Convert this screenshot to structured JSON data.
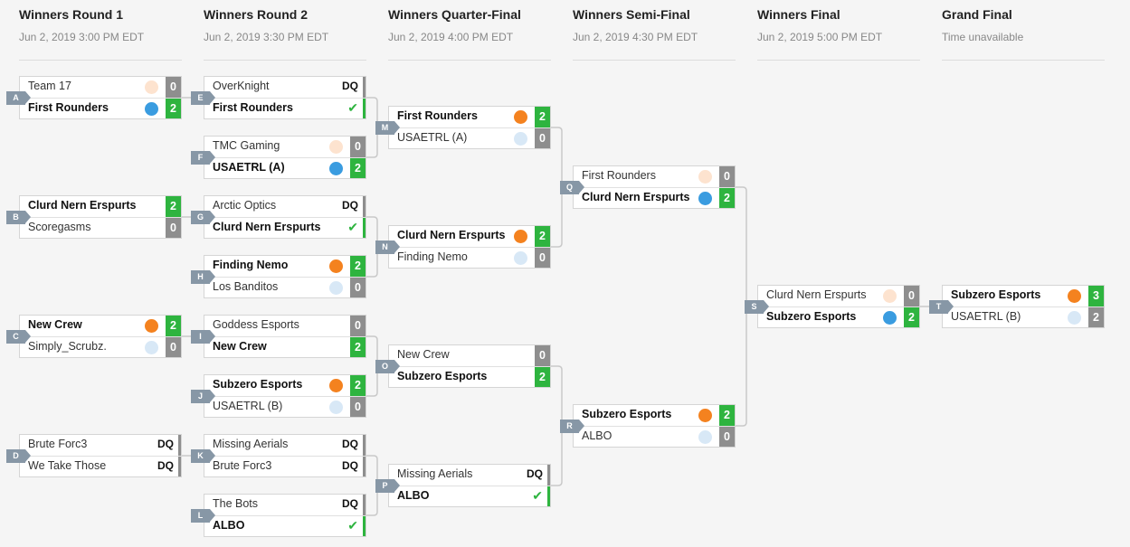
{
  "colors": {
    "win_score": "#2eb43f",
    "lose_score": "#8e8e8e",
    "dot_orange": "#f4821f",
    "dot_blue": "#3a9ce0",
    "dot_orange_faded": "#fde3cf",
    "dot_blue_faded": "#d8e8f6",
    "tag_bg": "#8797a6",
    "connector": "#c9c9c9"
  },
  "rounds": [
    {
      "title": "Winners Round 1",
      "date": "Jun 2, 2019 3:00 PM EDT"
    },
    {
      "title": "Winners Round 2",
      "date": "Jun 2, 2019 3:30 PM EDT"
    },
    {
      "title": "Winners Quarter-Final",
      "date": "Jun 2, 2019 4:00 PM EDT"
    },
    {
      "title": "Winners Semi-Final",
      "date": "Jun 2, 2019 4:30 PM EDT"
    },
    {
      "title": "Winners Final",
      "date": "Jun 2, 2019 5:00 PM EDT"
    },
    {
      "title": "Grand Final",
      "date": "Time unavailable"
    }
  ],
  "matches": [
    {
      "id": "A",
      "round": 0,
      "slot": 0,
      "teams": [
        {
          "name": "Team 17",
          "score": "0",
          "win": false,
          "dot": "orange_faded"
        },
        {
          "name": "First Rounders",
          "score": "2",
          "win": true,
          "dot": "blue"
        }
      ]
    },
    {
      "id": "B",
      "round": 0,
      "slot": 2,
      "teams": [
        {
          "name": "Clurd Nern Erspurts",
          "score": "2",
          "win": true,
          "dot": null
        },
        {
          "name": "Scoregasms",
          "score": "0",
          "win": false,
          "dot": null
        }
      ]
    },
    {
      "id": "C",
      "round": 0,
      "slot": 4,
      "teams": [
        {
          "name": "New Crew",
          "score": "2",
          "win": true,
          "dot": "orange"
        },
        {
          "name": "Simply_Scrubz.",
          "score": "0",
          "win": false,
          "dot": "blue_faded"
        }
      ]
    },
    {
      "id": "D",
      "round": 0,
      "slot": 6,
      "teams": [
        {
          "name": "Brute Forc3",
          "score": "DQ",
          "win": false,
          "dot": null
        },
        {
          "name": "We Take Those",
          "score": "DQ",
          "win": false,
          "dot": null
        }
      ]
    },
    {
      "id": "E",
      "round": 1,
      "slot": 0,
      "teams": [
        {
          "name": "OverKnight",
          "score": "DQ",
          "win": false,
          "dot": null
        },
        {
          "name": "First Rounders",
          "score": "✔",
          "win": true,
          "dot": null
        }
      ]
    },
    {
      "id": "F",
      "round": 1,
      "slot": 1,
      "teams": [
        {
          "name": "TMC Gaming",
          "score": "0",
          "win": false,
          "dot": "orange_faded"
        },
        {
          "name": "USAETRL (A)",
          "score": "2",
          "win": true,
          "dot": "blue"
        }
      ]
    },
    {
      "id": "G",
      "round": 1,
      "slot": 2,
      "teams": [
        {
          "name": "Arctic Optics",
          "score": "DQ",
          "win": false,
          "dot": null
        },
        {
          "name": "Clurd Nern Erspurts",
          "score": "✔",
          "win": true,
          "dot": null
        }
      ]
    },
    {
      "id": "H",
      "round": 1,
      "slot": 3,
      "teams": [
        {
          "name": "Finding Nemo",
          "score": "2",
          "win": true,
          "dot": "orange"
        },
        {
          "name": "Los Banditos",
          "score": "0",
          "win": false,
          "dot": "blue_faded"
        }
      ]
    },
    {
      "id": "I",
      "round": 1,
      "slot": 4,
      "teams": [
        {
          "name": "Goddess Esports",
          "score": "0",
          "win": false,
          "dot": null
        },
        {
          "name": "New Crew",
          "score": "2",
          "win": true,
          "dot": null
        }
      ]
    },
    {
      "id": "J",
      "round": 1,
      "slot": 5,
      "teams": [
        {
          "name": "Subzero Esports",
          "score": "2",
          "win": true,
          "dot": "orange"
        },
        {
          "name": "USAETRL (B)",
          "score": "0",
          "win": false,
          "dot": "blue_faded"
        }
      ]
    },
    {
      "id": "K",
      "round": 1,
      "slot": 6,
      "teams": [
        {
          "name": "Missing Aerials",
          "score": "DQ",
          "win": false,
          "dot": null
        },
        {
          "name": "Brute Forc3",
          "score": "DQ",
          "win": false,
          "dot": null
        }
      ]
    },
    {
      "id": "L",
      "round": 1,
      "slot": 7,
      "teams": [
        {
          "name": "The Bots",
          "score": "DQ",
          "win": false,
          "dot": null
        },
        {
          "name": "ALBO",
          "score": "✔",
          "win": true,
          "dot": null
        }
      ]
    },
    {
      "id": "M",
      "round": 2,
      "slot": 0,
      "teams": [
        {
          "name": "First Rounders",
          "score": "2",
          "win": true,
          "dot": "orange"
        },
        {
          "name": "USAETRL (A)",
          "score": "0",
          "win": false,
          "dot": "blue_faded"
        }
      ]
    },
    {
      "id": "N",
      "round": 2,
      "slot": 1,
      "teams": [
        {
          "name": "Clurd Nern Erspurts",
          "score": "2",
          "win": true,
          "dot": "orange"
        },
        {
          "name": "Finding Nemo",
          "score": "0",
          "win": false,
          "dot": "blue_faded"
        }
      ]
    },
    {
      "id": "O",
      "round": 2,
      "slot": 2,
      "teams": [
        {
          "name": "New Crew",
          "score": "0",
          "win": false,
          "dot": null
        },
        {
          "name": "Subzero Esports",
          "score": "2",
          "win": true,
          "dot": null
        }
      ]
    },
    {
      "id": "P",
      "round": 2,
      "slot": 3,
      "teams": [
        {
          "name": "Missing Aerials",
          "score": "DQ",
          "win": false,
          "dot": null
        },
        {
          "name": "ALBO",
          "score": "✔",
          "win": true,
          "dot": null
        }
      ]
    },
    {
      "id": "Q",
      "round": 3,
      "slot": 0,
      "teams": [
        {
          "name": "First Rounders",
          "score": "0",
          "win": false,
          "dot": "orange_faded"
        },
        {
          "name": "Clurd Nern Erspurts",
          "score": "2",
          "win": true,
          "dot": "blue"
        }
      ]
    },
    {
      "id": "R",
      "round": 3,
      "slot": 1,
      "teams": [
        {
          "name": "Subzero Esports",
          "score": "2",
          "win": true,
          "dot": "orange"
        },
        {
          "name": "ALBO",
          "score": "0",
          "win": false,
          "dot": "blue_faded"
        }
      ]
    },
    {
      "id": "S",
      "round": 4,
      "slot": 0,
      "teams": [
        {
          "name": "Clurd Nern Erspurts",
          "score": "0",
          "win": false,
          "dot": "orange_faded"
        },
        {
          "name": "Subzero Esports",
          "score": "2",
          "win": true,
          "dot": "blue"
        }
      ]
    },
    {
      "id": "T",
      "round": 5,
      "slot": 0,
      "teams": [
        {
          "name": "Subzero Esports",
          "score": "3",
          "win": true,
          "dot": "orange"
        },
        {
          "name": "USAETRL (B)",
          "score": "2",
          "win": false,
          "dot": "blue_faded"
        }
      ]
    }
  ]
}
